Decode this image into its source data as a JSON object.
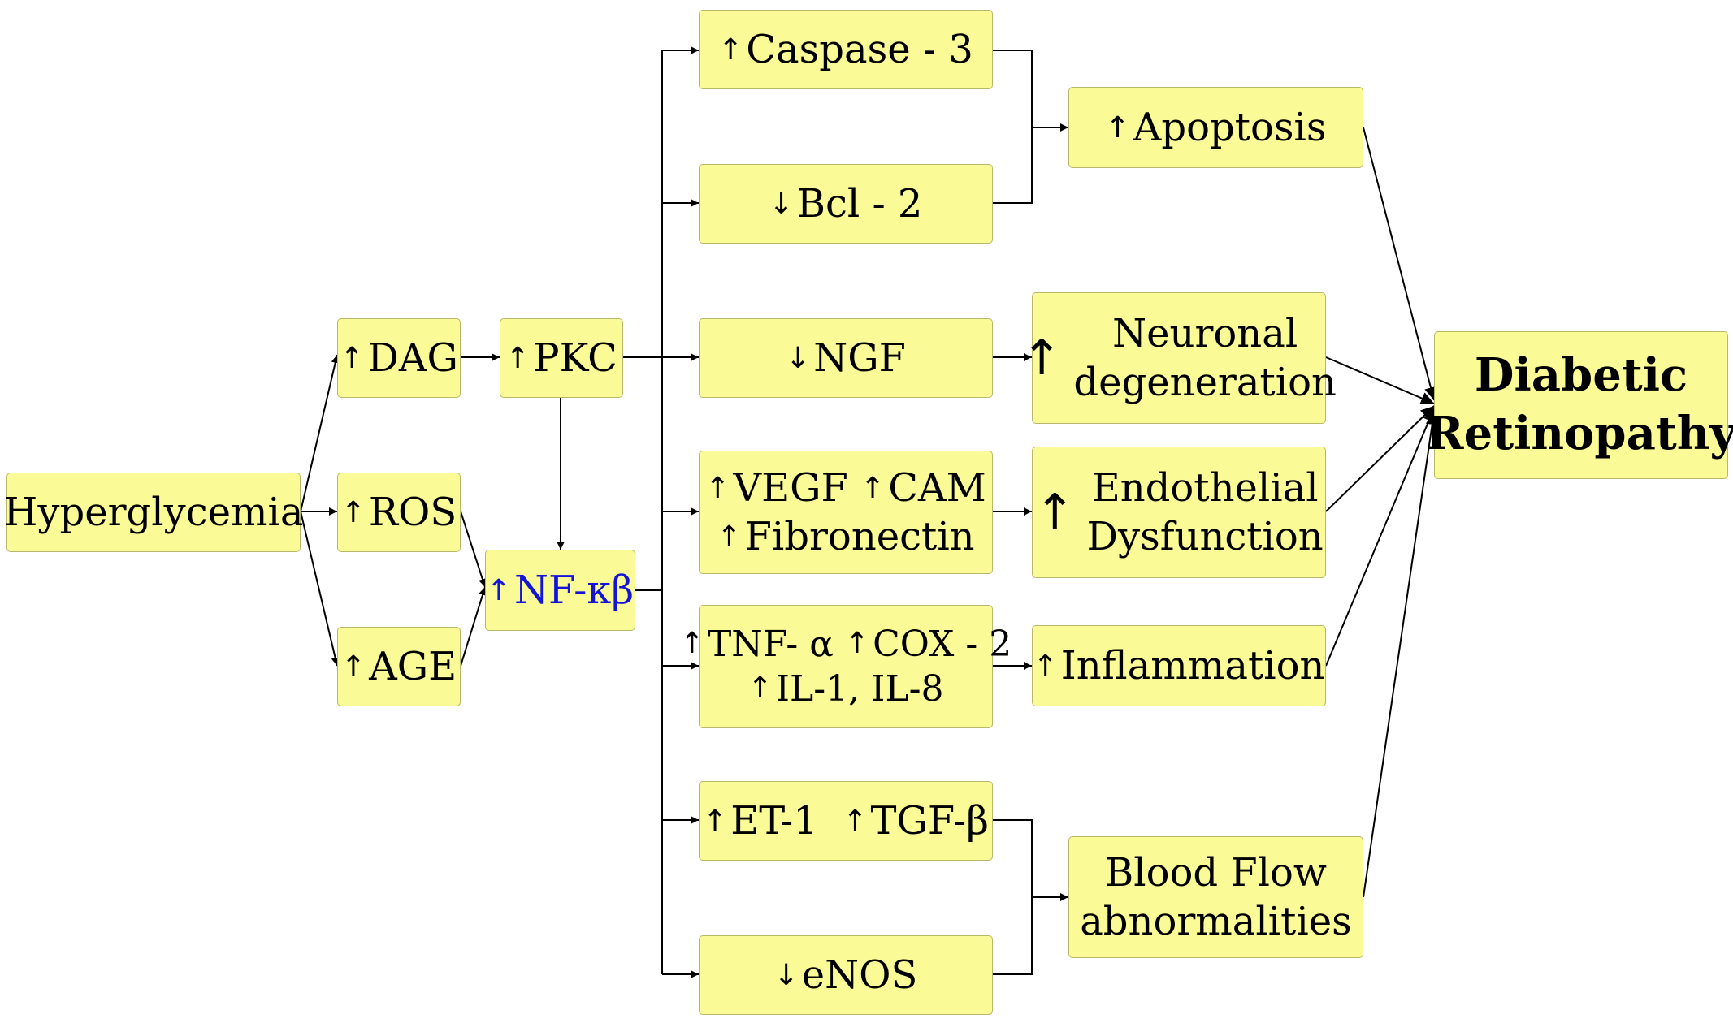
{
  "nodes": {
    "hyperglycemia": "Hyperglycemia",
    "dag": "DAG",
    "ros": "ROS",
    "age": "AGE",
    "pkc": "PKC",
    "nfkb": "NF-κβ",
    "caspase": "Caspase - 3",
    "bcl2": "Bcl - 2",
    "ngf": "NGF",
    "vegf": "VEGF",
    "cam": "CAM",
    "fibronectin": "Fibronectin",
    "tnf": "TNF- α",
    "cox": "COX - 2",
    "il": "IL-1, IL-8",
    "et1": "ET-1",
    "tgf": "TGF-β",
    "enos": "eNOS",
    "apoptosis": "Apoptosis",
    "neuronal_1": "Neuronal",
    "neuronal_2": "degeneration",
    "endothelial_1": "Endothelial",
    "endothelial_2": "Dysfunction",
    "inflammation": "Inflammation",
    "bloodflow_1": "Blood Flow",
    "bloodflow_2": "abnormalities",
    "dr_1": "Diabetic",
    "dr_2": "Retinopathy"
  },
  "symbols": {
    "up": "↑",
    "down": "↓"
  },
  "colors": {
    "box_fill": "#fafa96",
    "box_border": "#b8b86a",
    "highlight_text": "#1414d6",
    "edge": "#000000"
  }
}
